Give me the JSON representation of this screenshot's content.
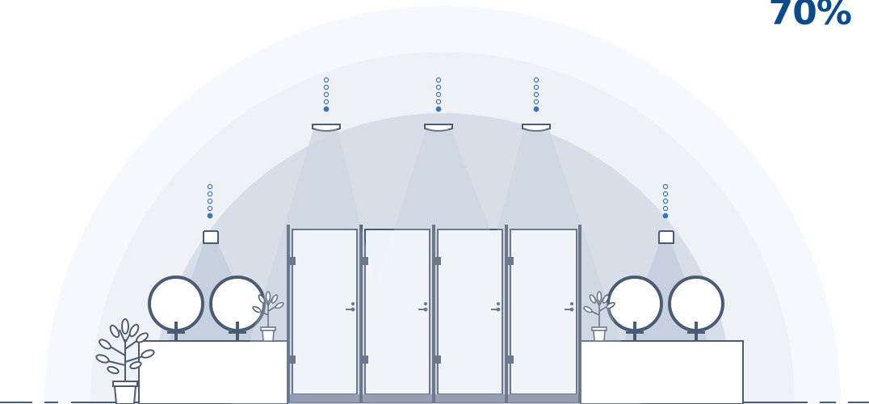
{
  "level": {
    "percent_label": "70%",
    "value_percent": 70
  },
  "sensors": [
    {
      "kind": "wall",
      "signal_dots": 5
    },
    {
      "kind": "ceiling",
      "signal_dots": 5
    },
    {
      "kind": "ceiling",
      "signal_dots": 5
    },
    {
      "kind": "ceiling",
      "signal_dots": 5
    },
    {
      "kind": "wall",
      "signal_dots": 5
    }
  ],
  "counts": {
    "mirrors": 4,
    "stall_doors": 4,
    "plants": 3
  },
  "colors": {
    "accent": "#0b4a8b",
    "line": "#4b5b74",
    "signal": "#3f74b8",
    "outer_halo": "#f5f8fc",
    "mid_halo": "#e6ebf2",
    "inner_dome": "#d6dce6",
    "beam": "#c3cddd",
    "door_fill": "#eef3fa"
  },
  "icons": [
    "ceiling-sensor-icon",
    "wall-sensor-icon",
    "signal-dots-icon",
    "plant-icon",
    "mirror-icon",
    "faucet-icon",
    "door-handle-icon"
  ]
}
